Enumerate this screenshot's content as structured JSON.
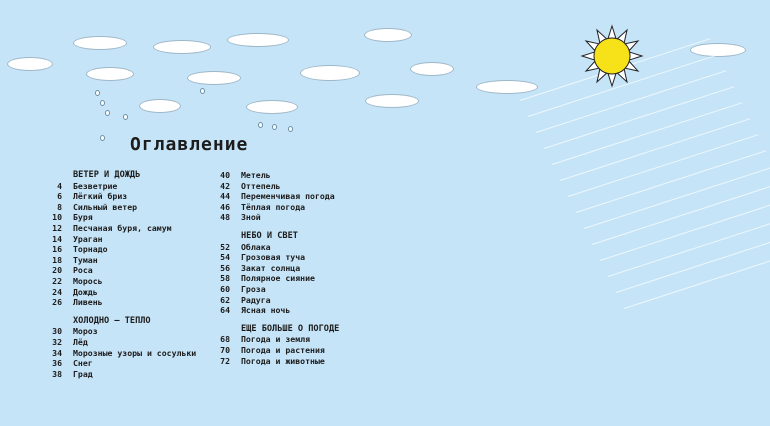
{
  "title": "Оглавление",
  "left_column": [
    {
      "heading": "ВЕТЕР И ДОЖДЬ",
      "items": [
        {
          "page": "4",
          "label": "Безветрие"
        },
        {
          "page": "6",
          "label": "Лёгкий бриз"
        },
        {
          "page": "8",
          "label": "Сильный ветер"
        },
        {
          "page": "10",
          "label": "Буря"
        },
        {
          "page": "12",
          "label": "Песчаная буря, самум"
        },
        {
          "page": "14",
          "label": "Ураган"
        },
        {
          "page": "16",
          "label": "Торнадо"
        },
        {
          "page": "18",
          "label": "Туман"
        },
        {
          "page": "20",
          "label": "Роса"
        },
        {
          "page": "22",
          "label": "Морось"
        },
        {
          "page": "24",
          "label": "Дождь"
        },
        {
          "page": "26",
          "label": "Ливень"
        }
      ]
    },
    {
      "heading": "ХОЛОДНО – ТЕПЛО",
      "items": [
        {
          "page": "30",
          "label": "Мороз"
        },
        {
          "page": "32",
          "label": "Лёд"
        },
        {
          "page": "34",
          "label": "Морозные узоры и сосульки"
        },
        {
          "page": "36",
          "label": "Снег"
        },
        {
          "page": "38",
          "label": "Град"
        }
      ]
    }
  ],
  "right_column": [
    {
      "heading": "",
      "items": [
        {
          "page": "40",
          "label": "Метель"
        },
        {
          "page": "42",
          "label": "Оттепель"
        },
        {
          "page": "44",
          "label": "Переменчивая погода"
        },
        {
          "page": "46",
          "label": "Тёплая погода"
        },
        {
          "page": "48",
          "label": "Зной"
        }
      ]
    },
    {
      "heading": "НЕБО И СВЕТ",
      "items": [
        {
          "page": "52",
          "label": "Облака"
        },
        {
          "page": "54",
          "label": "Грозовая туча"
        },
        {
          "page": "56",
          "label": "Закат солнца"
        },
        {
          "page": "58",
          "label": "Полярное сияние"
        },
        {
          "page": "60",
          "label": "Гроза"
        },
        {
          "page": "62",
          "label": "Радуга"
        },
        {
          "page": "64",
          "label": "Ясная ночь"
        }
      ]
    },
    {
      "heading": "ЕЩЕ БОЛЬШЕ О ПОГОДЕ",
      "items": [
        {
          "page": "68",
          "label": "Погода и земля"
        },
        {
          "page": "70",
          "label": "Погода и растения"
        },
        {
          "page": "72",
          "label": "Погода и животные"
        }
      ]
    }
  ],
  "colors": {
    "background": "#c6e4f7",
    "sun": "#f7e21a",
    "text": "#1c1c1c"
  }
}
